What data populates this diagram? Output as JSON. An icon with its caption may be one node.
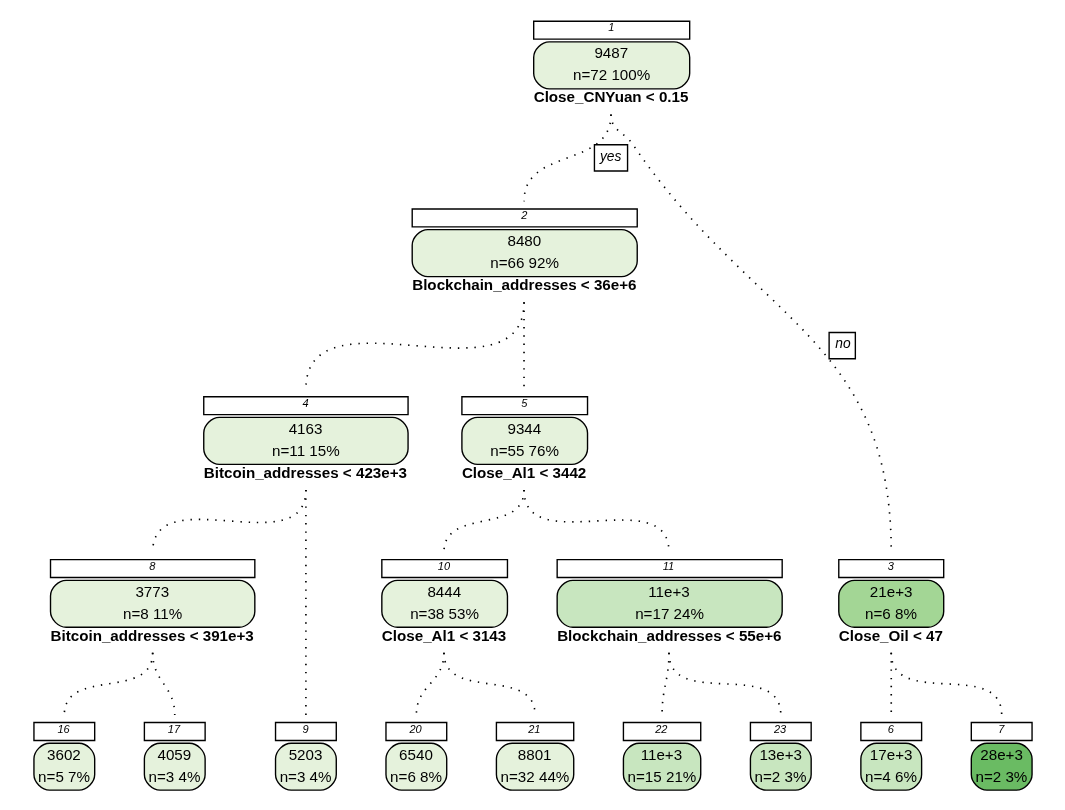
{
  "diagram": {
    "nodes": [
      {
        "text": [
          "9487",
          "n=72 100%"
        ],
        "beside": [
          "1",
          "Close_CNYuan < 0.15"
        ]
      },
      {
        "text": [
          "8480",
          "n=66 92%"
        ],
        "beside": [
          "2",
          "Blockchain_addresses < 36e+6"
        ]
      },
      {
        "text": [
          "21e+3",
          "n=6 8%"
        ],
        "beside": [
          "3",
          "Close_Oil < 47"
        ]
      },
      {
        "text": [
          "4163",
          "n=11 15%"
        ],
        "beside": [
          "4",
          "Bitcoin_addresses < 423e+3"
        ]
      },
      {
        "text": [
          "9344",
          "n=55 76%"
        ],
        "beside": [
          "5",
          "Close_Al1 < 3442"
        ]
      },
      {
        "text": [
          "3773",
          "n=8 11%"
        ],
        "beside": [
          "8",
          "Bitcoin_addresses < 391e+3"
        ]
      },
      {
        "text": [
          "8444",
          "n=38 53%"
        ],
        "beside": [
          "10",
          "Close_Al1 < 3143"
        ]
      },
      {
        "text": [
          "11e+3",
          "n=17 24%"
        ],
        "beside": [
          "11",
          "Blockchain_addresses < 55e+6"
        ]
      },
      {
        "text": [
          "3602",
          "n=5 7%"
        ],
        "beside": [
          "16"
        ]
      },
      {
        "text": [
          "4059",
          "n=3 4%"
        ],
        "beside": [
          "17"
        ]
      },
      {
        "text": [
          "5203",
          "n=3 4%"
        ],
        "beside": [
          "9"
        ]
      },
      {
        "text": [
          "6540",
          "n=6 8%"
        ],
        "beside": [
          "20"
        ]
      },
      {
        "text": [
          "8801",
          "n=32 44%"
        ],
        "beside": [
          "21"
        ]
      },
      {
        "text": [
          "11e+3",
          "n=15 21%"
        ],
        "beside": [
          "22"
        ]
      },
      {
        "text": [
          "13e+3",
          "n=2 3%"
        ],
        "beside": [
          "23"
        ]
      },
      {
        "text": [
          "17e+3",
          "n=4 6%"
        ],
        "beside": [
          "6"
        ]
      },
      {
        "text": [
          "28e+3",
          "n=2 3%"
        ],
        "beside": [
          "7"
        ]
      }
    ],
    "edges": [
      {
        "from": 0,
        "to": 1,
        "arrow": "none",
        "label": "yes"
      },
      {
        "from": 0,
        "to": 2,
        "arrow": "none",
        "label": "no"
      },
      {
        "from": 1,
        "to": 3,
        "arrow": "none"
      },
      {
        "from": 1,
        "to": 4,
        "arrow": "none"
      },
      {
        "from": 2,
        "to": 15,
        "arrow": "none"
      },
      {
        "from": 2,
        "to": 16,
        "arrow": "none"
      },
      {
        "from": 3,
        "to": 5,
        "arrow": "none"
      },
      {
        "from": 3,
        "to": 10,
        "arrow": "none"
      },
      {
        "from": 4,
        "to": 6,
        "arrow": "none"
      },
      {
        "from": 4,
        "to": 7,
        "arrow": "none"
      },
      {
        "from": 5,
        "to": 8,
        "arrow": "none"
      },
      {
        "from": 5,
        "to": 9,
        "arrow": "none"
      },
      {
        "from": 6,
        "to": 11,
        "arrow": "none"
      },
      {
        "from": 6,
        "to": 12,
        "arrow": "none"
      },
      {
        "from": 7,
        "to": 13,
        "arrow": "none"
      },
      {
        "from": 7,
        "to": 14,
        "arrow": "none"
      }
    ]
  }
}
